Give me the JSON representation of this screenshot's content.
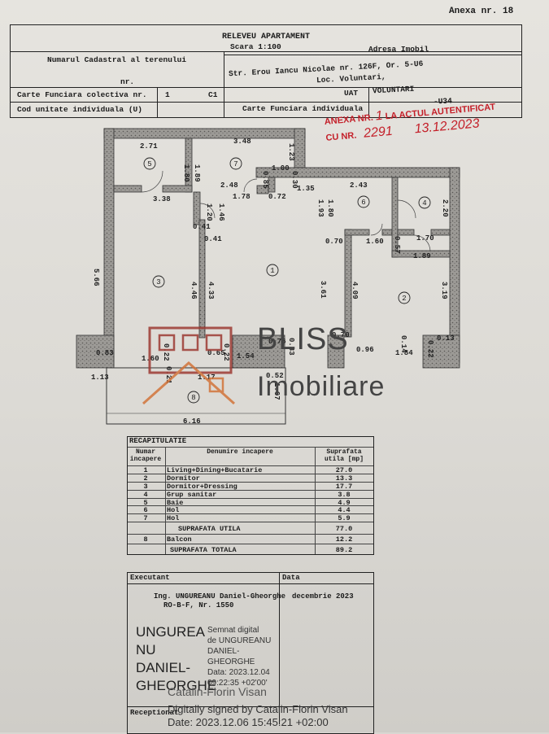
{
  "header": {
    "anexa": "Anexa nr. 18",
    "title": "RELEVEU APARTAMENT",
    "scale": "Scara 1:100",
    "cadastral_label": "Numarul Cadastral al terenului",
    "cadastral_value": "nr.",
    "address_label": "Adresa Imobil",
    "address_line1": "Str. Erou Iancu Nicolae nr. 126F, Or. 5-U6",
    "address_line2": "Loc. Voluntari,",
    "uat_label": "UAT",
    "uat_value": "VOLUNTARI",
    "cf_collective_label": "Carte Funciara colectiva nr.",
    "cf_collective_value": "1",
    "cf_collective_suffix": "C1",
    "unit_code_label": "Cod unitate individuala (U)",
    "cf_individual_label": "Carte Funciara individuala",
    "cf_individual_value": "-U34"
  },
  "stamp": {
    "line1": "ANEXA NR.",
    "num": "1",
    "line1b": "LA ACTUL AUTENTIFICAT",
    "line2": "CU NR.",
    "actnum": "2291",
    "date": "13.12.2023"
  },
  "plan": {
    "room_labels": [
      "1",
      "2",
      "3",
      "4",
      "5",
      "6",
      "7",
      "8"
    ],
    "dims": [
      "2.71",
      "1.80",
      "1.89",
      "3.48",
      "1.23",
      "1.00",
      "0.30",
      "0.85",
      "2.48",
      "1.78",
      "0.72",
      "1.35",
      "2.43",
      "3.38",
      "1.20",
      "1.46",
      "0.41",
      "0.41",
      "1.93",
      "1.80",
      "2.20",
      "0.70",
      "1.60",
      "0.57",
      "1.70",
      "1.89",
      "5.66",
      "4.46",
      "4.33",
      "3.61",
      "4.09",
      "3.19",
      "0.76",
      "0.33",
      "0.70",
      "0.14",
      "0.13",
      "0.22",
      "0.83",
      "1.60",
      "0.22",
      "0.65",
      "0.22",
      "1.54",
      "0.96",
      "1.84",
      "1.13",
      "0.21",
      "1.17",
      "0.52",
      "1.67",
      "6.16"
    ]
  },
  "watermark": {
    "brand1": "BLISS",
    "brand2": "Imobiliare"
  },
  "recap": {
    "title": "RECAPITULATIE",
    "h1": "Numar incapere",
    "h2": "Denumire incapere",
    "h3": "Suprafata utila [mp]",
    "rows": [
      {
        "n": "1",
        "name": "Living+Dining+Bucatarie",
        "s": "27.0"
      },
      {
        "n": "2",
        "name": "Dormitor",
        "s": "13.3"
      },
      {
        "n": "3",
        "name": "Dormitor+Dressing",
        "s": "17.7"
      },
      {
        "n": "4",
        "name": "Grup sanitar",
        "s": "3.8"
      },
      {
        "n": "5",
        "name": "Baie",
        "s": "4.9"
      },
      {
        "n": "6",
        "name": "Hol",
        "s": "4.4"
      },
      {
        "n": "7",
        "name": "Hol",
        "s": "5.9"
      }
    ],
    "util_label": "SUPRAFATA UTILA",
    "util_value": "77.0",
    "balcon_n": "8",
    "balcon_label": "Balcon",
    "balcon_value": "12.2",
    "total_label": "SUPRAFATA TOTALA",
    "total_value": "89.2"
  },
  "exec": {
    "executant_label": "Executant",
    "data_label": "Data",
    "engineer": "Ing. UNGUREANU Daniel-Gheorghe",
    "cert": "RO-B-F, Nr. 1550",
    "date": "decembrie 2023",
    "sig_name": [
      "UNGUREA",
      "NU",
      "DANIEL-",
      "GHEORGHE"
    ],
    "sig_text": [
      "Semnat digital",
      "de UNGUREANU",
      "DANIEL-",
      "GHEORGHE",
      "Data: 2023.12.04",
      "09:22:35 +02'00'"
    ],
    "receptionat": "Receptionat",
    "visan_name": "Catalin-Florin Visan",
    "visan_signed": "Digitally signed by Catalin-Florin Visan",
    "visan_date": "Date: 2023.12.06 15:45:21 +02:00"
  }
}
